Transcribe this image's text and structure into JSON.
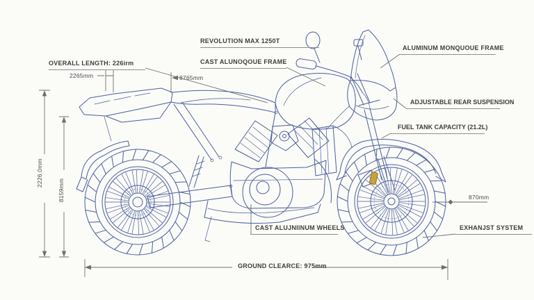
{
  "colors": {
    "ink": "#4a5f9c",
    "label": "#3c3c3c",
    "dim": "#6f6f6f",
    "bg": "#fbfbf8",
    "reflector": "#c8a33c"
  },
  "callouts": {
    "revolution_max": "REVOLUTION MAX 1250T",
    "cast_frame": "CAST ALUNOQOUE FRAME",
    "overall_length": "OVERALL LENGTH: 226irm",
    "aluminum_frame": "ALUMINUM MONQUOUE FRAME",
    "adjustable_rear_suspension": "ADJUSTABLE REAR SUSPENSION",
    "fuel_tank_capacity": "FUEL TANK CAPACITY (21.2L)",
    "cast_wheels": "CAST ALUJNIINUM WHEELS",
    "exhaust_system": "EXHANJST SYSTEM",
    "ground_clearance": "GROUND CLEARCE: 975mm"
  },
  "dimensions": {
    "tail_width": "2265mm",
    "upper_span": "8765mm",
    "overall_height_outer": "2226.0mm",
    "overall_height_inner": "8159mm",
    "wheel_height": "870mm"
  }
}
